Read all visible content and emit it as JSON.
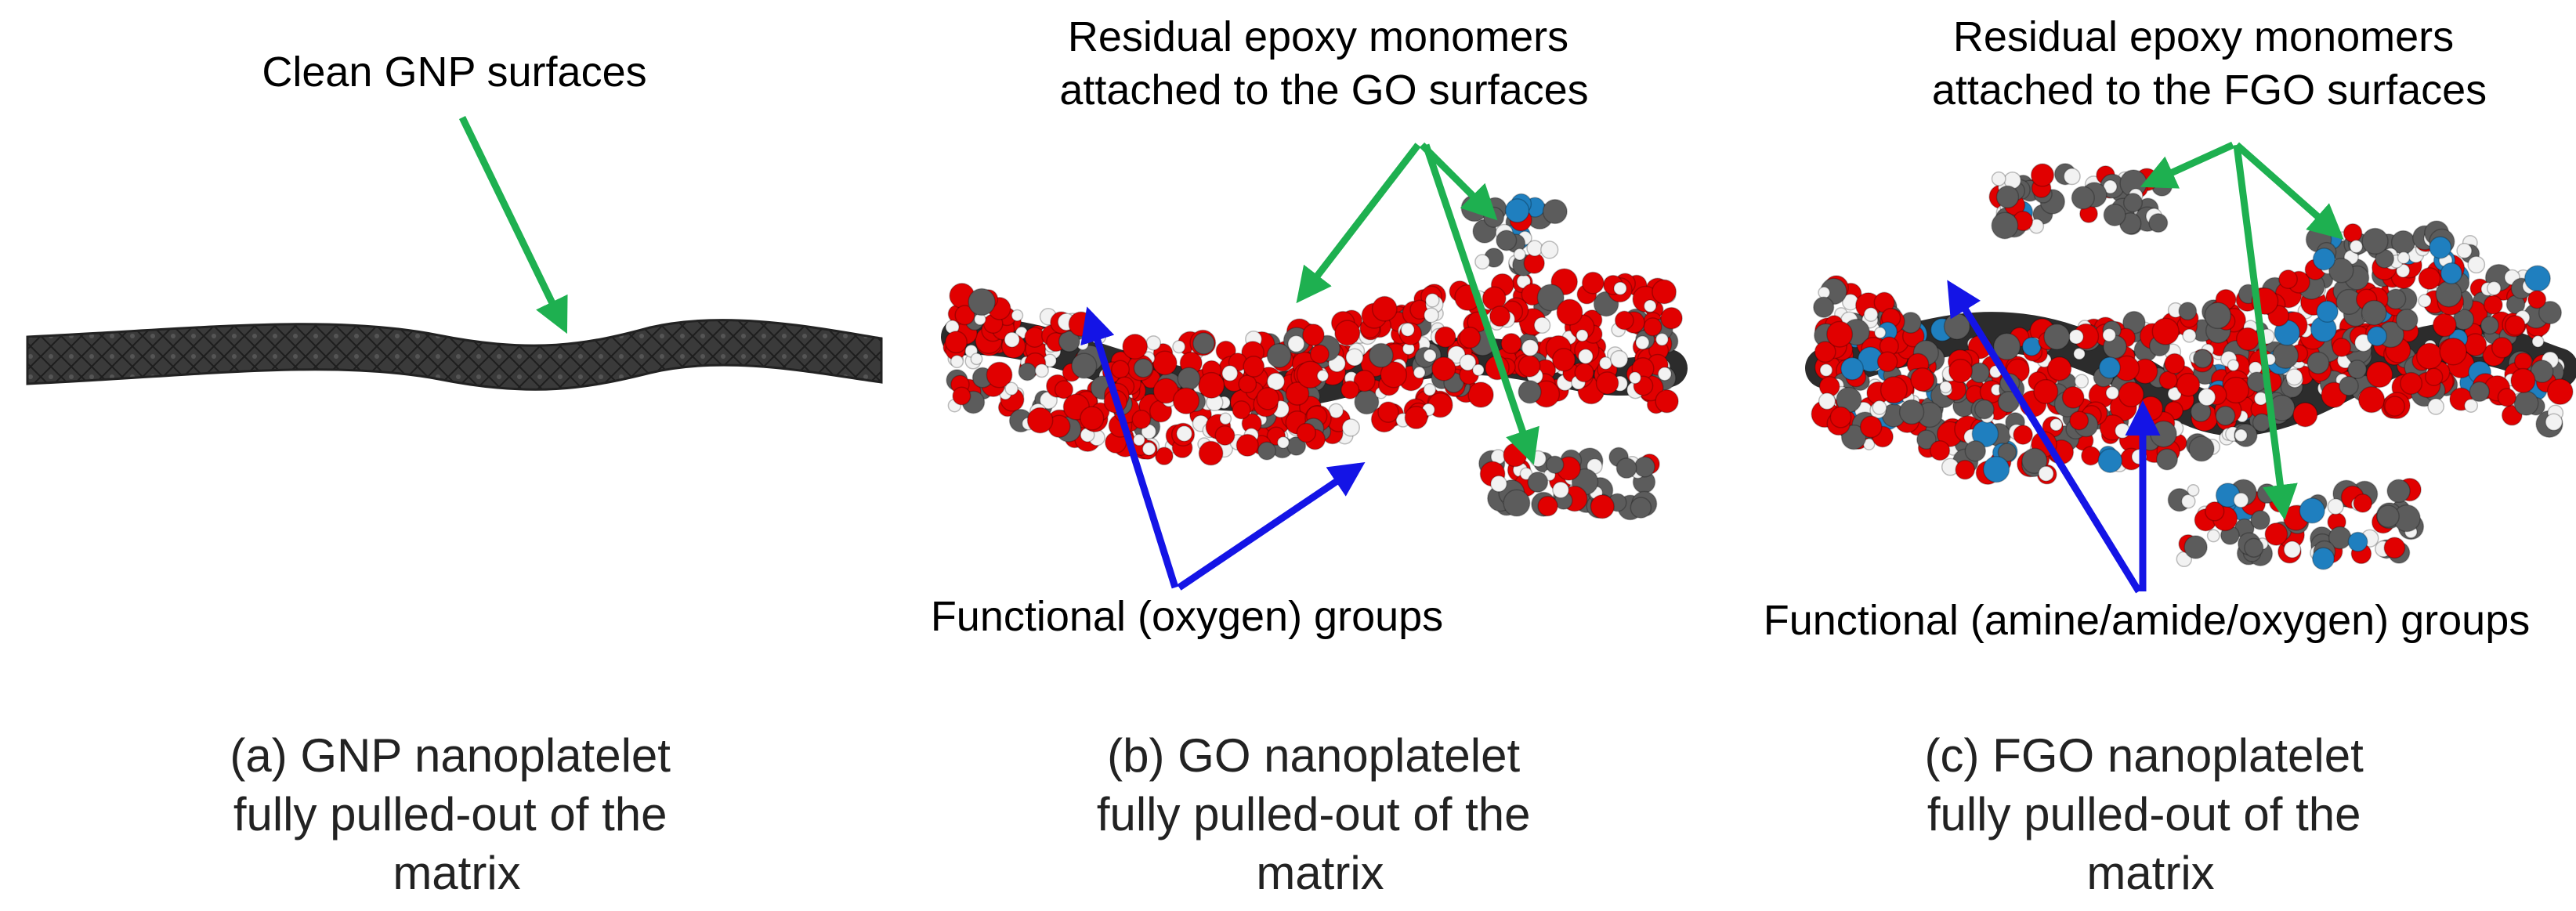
{
  "panels": [
    {
      "id": "a",
      "annotations": {
        "top": [
          "Clean GNP surfaces"
        ]
      },
      "caption": [
        "(a) GNP nanoplatelet",
        "fully pulled-out of the",
        "matrix"
      ]
    },
    {
      "id": "b",
      "annotations": {
        "top": [
          "Residual epoxy monomers",
          "attached to the GO surfaces"
        ],
        "bottom": [
          "Functional (oxygen) groups"
        ]
      },
      "caption": [
        "(b) GO nanoplatelet",
        "fully pulled-out of the",
        "matrix"
      ]
    },
    {
      "id": "c",
      "annotations": {
        "top": [
          "Residual epoxy monomers",
          "attached to the FGO surfaces"
        ],
        "bottom": [
          "Functional (amine/amide/oxygen) groups"
        ]
      },
      "caption": [
        "(c) FGO nanoplatelet",
        "fully pulled-out of the",
        "matrix"
      ]
    }
  ],
  "colors": {
    "sheet": "#3a3a3a",
    "oxygen_atom": "#e10000",
    "hydrogen_atom": "#f2f2f2",
    "carbon_atom": "#5c5c5c",
    "nitrogen_atom": "#1f7fbf",
    "green_arrow": "#1eb050",
    "blue_arrow": "#1414e6"
  }
}
